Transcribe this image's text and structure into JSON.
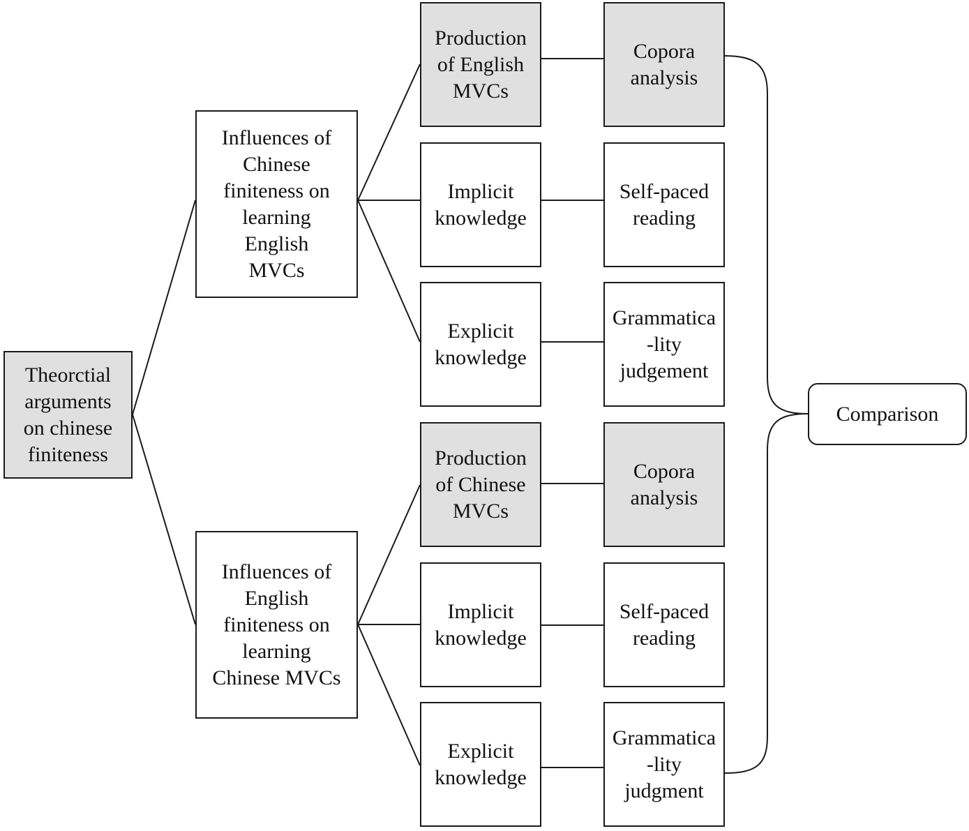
{
  "nodes": {
    "root": "Theorctial\narguments\non chinese\nfiniteness",
    "top_influence": "Influences of\nChinese\nfiniteness on\nlearning\nEnglish\nMVCs",
    "bottom_influence": "Influences of\nEnglish\nfiniteness on\nlearning\nChinese MVCs",
    "top_production": "Production\nof English\nMVCs",
    "top_implicit": "Implicit\nknowledge",
    "top_explicit": "Explicit\nknowledge",
    "bottom_production": "Production\nof Chinese\nMVCs",
    "bottom_implicit": "Implicit\nknowledge",
    "bottom_explicit": "Explicit\nknowledge",
    "top_corpora": "Copora\nanalysis",
    "top_self_paced": "Self-paced\nreading",
    "top_grammaticality": "Grammatica\n-lity\njudgement",
    "bottom_corpora": "Copora\nanalysis",
    "bottom_self_paced": "Self-paced\nreading",
    "bottom_grammaticality": "Grammatica\n-lity\njudgment",
    "comparison": "Comparison"
  },
  "colors": {
    "shaded_fill": "#e0e0e0",
    "plain_fill": "#ffffff",
    "stroke": "#1a1a1a"
  }
}
